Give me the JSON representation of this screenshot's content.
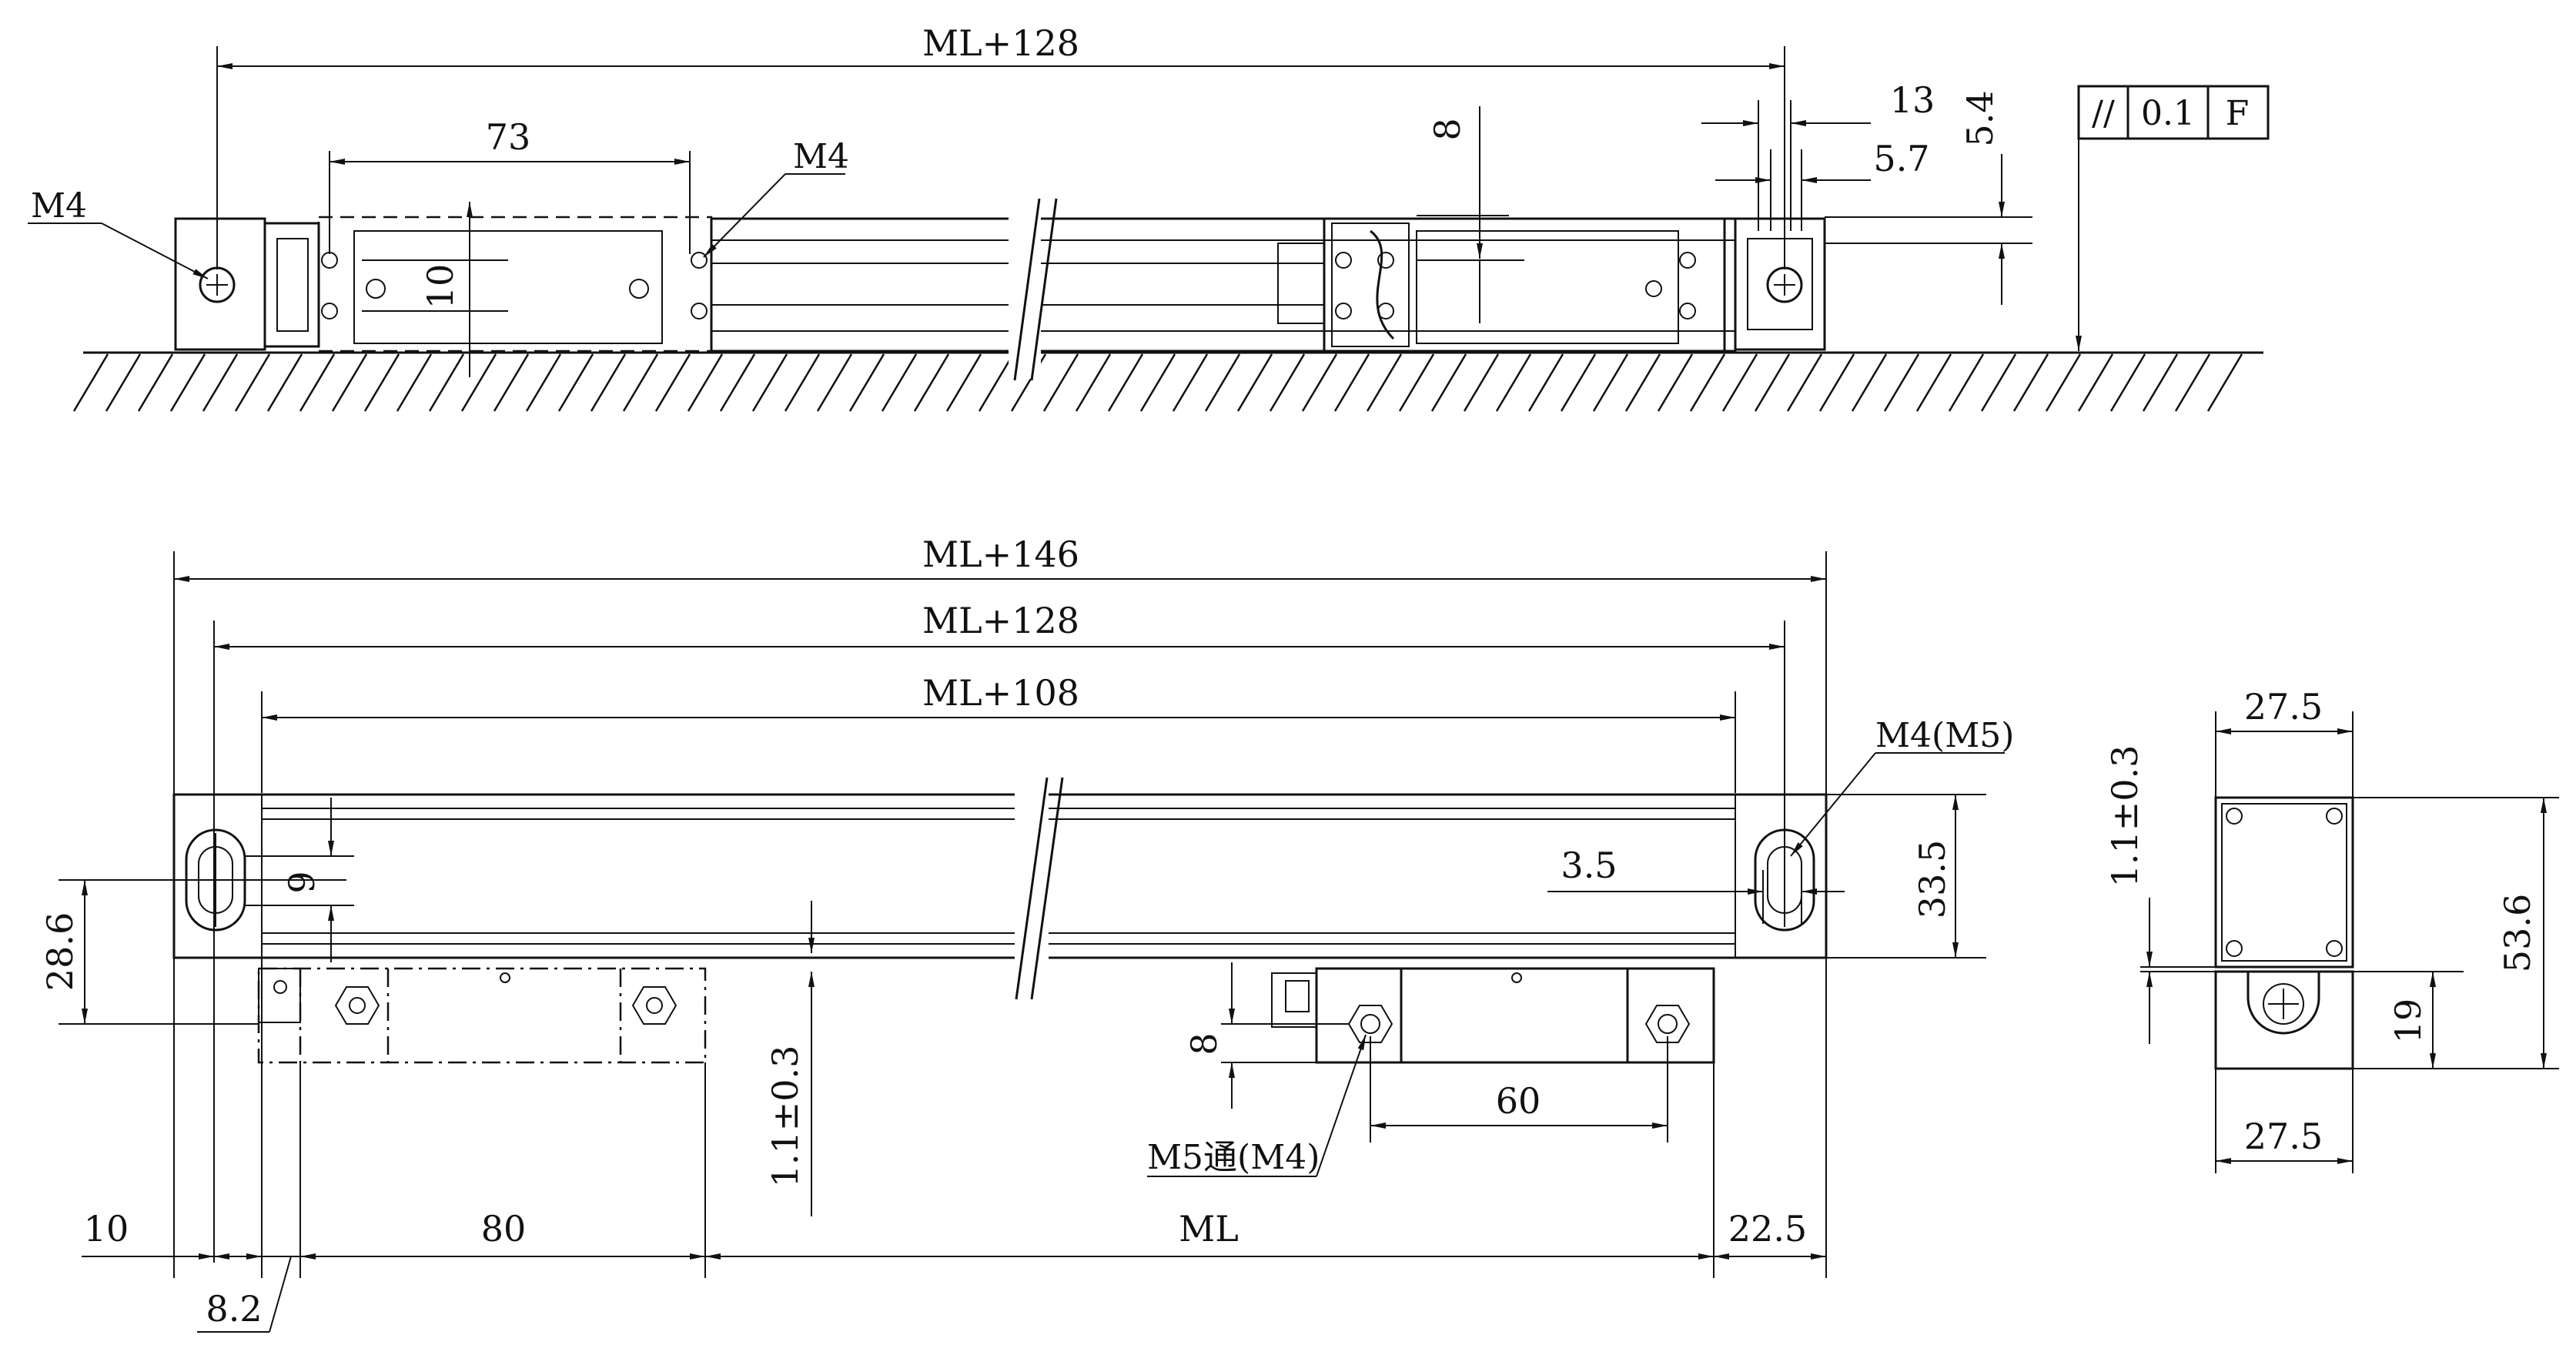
{
  "top_view": {
    "overall_length": "ML+128",
    "mount_spacing": "73",
    "mount_height": "10",
    "thread_left": "M4",
    "thread_reader": "M4",
    "slot_depth": "8",
    "dim_13": "13",
    "dim_5_7": "5.7",
    "dim_5_4": "5.4"
  },
  "tolerance_frame": {
    "symbol": "//",
    "value": "0.1",
    "datum": "F"
  },
  "front_view": {
    "total_length": "ML+146",
    "hole_spacing": "ML+128",
    "body_length": "ML+108",
    "thread_right": "M4(M5)",
    "slot_width": "9",
    "hole_offset": "3.5",
    "body_height": "33.5",
    "hole_height": "28.6",
    "gap_tolerance": "1.1±0.3",
    "reader_offset": "8",
    "reader_hole_spacing": "60",
    "reader_thread": "M5通(M4)",
    "dim_left_10": "10",
    "dim_8_2": "8.2",
    "dim_80": "80",
    "measuring_length": "ML",
    "dim_22_5": "22.5"
  },
  "side_view": {
    "top_width": "27.5",
    "bottom_width": "27.5",
    "gap_tolerance": "1.1±0.3",
    "total_height": "53.6",
    "lower_height": "19"
  }
}
